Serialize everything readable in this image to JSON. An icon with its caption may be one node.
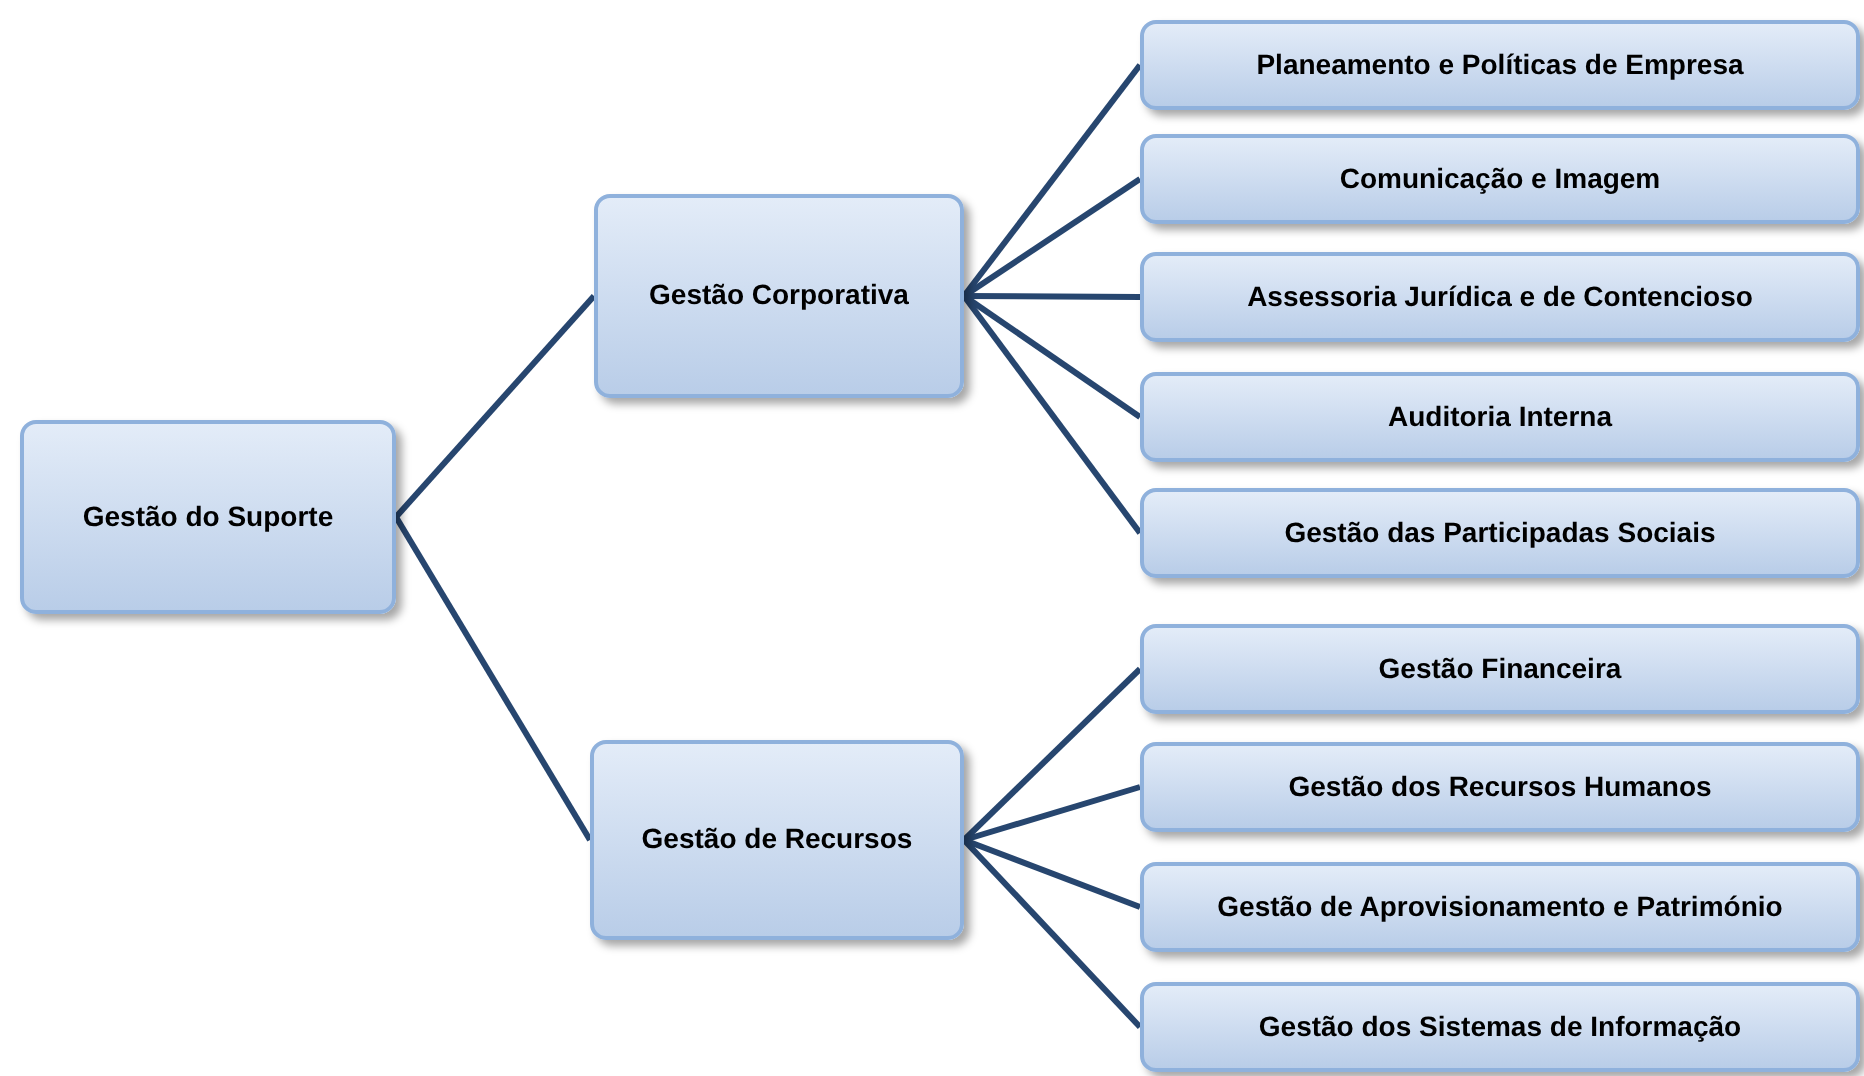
{
  "diagram": {
    "nodes": [
      {
        "text": [
          "Gestão do Suporte"
        ]
      },
      {
        "text": [
          "Gestão Corporativa"
        ]
      },
      {
        "text": [
          "Gestão de Recursos"
        ]
      },
      {
        "text": [
          "Planeamento e Políticas de Empresa"
        ]
      },
      {
        "text": [
          "Comunicação e Imagem"
        ]
      },
      {
        "text": [
          "Assessoria Jurídica e de Contencioso"
        ]
      },
      {
        "text": [
          "Auditoria Interna"
        ]
      },
      {
        "text": [
          "Gestão das Participadas Sociais"
        ]
      },
      {
        "text": [
          "Gestão Financeira"
        ]
      },
      {
        "text": [
          "Gestão dos Recursos Humanos"
        ]
      },
      {
        "text": [
          "Gestão de Aprovisionamento e Património"
        ]
      },
      {
        "text": [
          "Gestão dos Sistemas de Informação"
        ]
      }
    ],
    "edges": [
      {
        "from": 0,
        "to": 1,
        "arrow": "none"
      },
      {
        "from": 0,
        "to": 2,
        "arrow": "none"
      },
      {
        "from": 1,
        "to": 3,
        "arrow": "none"
      },
      {
        "from": 1,
        "to": 4,
        "arrow": "none"
      },
      {
        "from": 1,
        "to": 5,
        "arrow": "none"
      },
      {
        "from": 1,
        "to": 6,
        "arrow": "none"
      },
      {
        "from": 1,
        "to": 7,
        "arrow": "none"
      },
      {
        "from": 2,
        "to": 8,
        "arrow": "none"
      },
      {
        "from": 2,
        "to": 9,
        "arrow": "none"
      },
      {
        "from": 2,
        "to": 10,
        "arrow": "none"
      },
      {
        "from": 2,
        "to": 11,
        "arrow": "none"
      }
    ]
  }
}
